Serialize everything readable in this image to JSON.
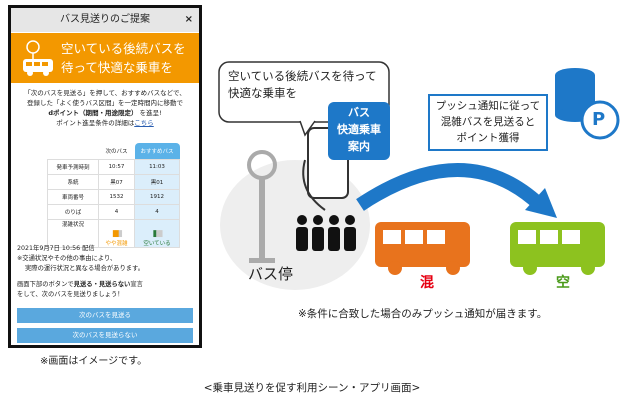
{
  "dialog": {
    "title": "バス見送りのご提案",
    "close": "×",
    "banner_line1": "空いている後続バスを",
    "banner_line2": "待って快適な乗車を",
    "intro_line1": "「次のバスを見送る」を押して、おすすめバスなどで、",
    "intro_line2": "登録した「よく使うバス区間」を一定時間内に移動で",
    "intro_point": "dポイント（期間・用途限定）",
    "intro_point_suffix": "を進呈!",
    "intro_line4": "ポイント進呈条件の詳細は",
    "intro_link": "こちら",
    "table": {
      "headers": [
        "",
        "次のバス",
        "おすすめバス"
      ],
      "rows": [
        [
          "発車予測時刻",
          "10:57",
          "11:03"
        ],
        [
          "系統",
          "黒07",
          "黒01"
        ],
        [
          "車両番号",
          "1532",
          "1912"
        ],
        [
          "のりば",
          "4",
          "4"
        ]
      ],
      "crowd_label": "混雑状況",
      "crowd_next": "やや混雑",
      "crowd_rec": "空いている"
    },
    "delivered": "2021年9月7日 10:56 配信",
    "note1": "※交通状況やその他の事由により、",
    "note2": "実際の運行状況と異なる場合があります。",
    "guide_pre": "画面下部のボタンで",
    "guide_bold": "見送る・見送らない",
    "guide_post": "宣言",
    "guide_line2": "をして、次のバスを見送りましょう！",
    "btn_skip": "次のバスを見送る",
    "btn_noskip": "次のバスを見送らない"
  },
  "caption_image": "※画面はイメージです。",
  "scene": {
    "bubble_line1": "空いている後続バスを待って",
    "bubble_line2": "快適な乗車を",
    "badge_line1": "バス",
    "badge_line2": "快適乗車",
    "badge_line3": "案内",
    "push_line1": "プッシュ通知に従って",
    "push_line2": "混雑バスを見送ると",
    "push_line3": "ポイント獲得",
    "bus_stop": "バス停",
    "crowded": "混",
    "empty": "空",
    "point_symbol": "P",
    "note": "※条件に合致した場合のみプッシュ通知が届きます。"
  },
  "caption_bottom": "<乗車見送りを促す利用シーン・アプリ画面>",
  "colors": {
    "orange": "#f39800",
    "blue": "#1e78c8",
    "green": "#8dc21f",
    "red": "#e60012"
  }
}
